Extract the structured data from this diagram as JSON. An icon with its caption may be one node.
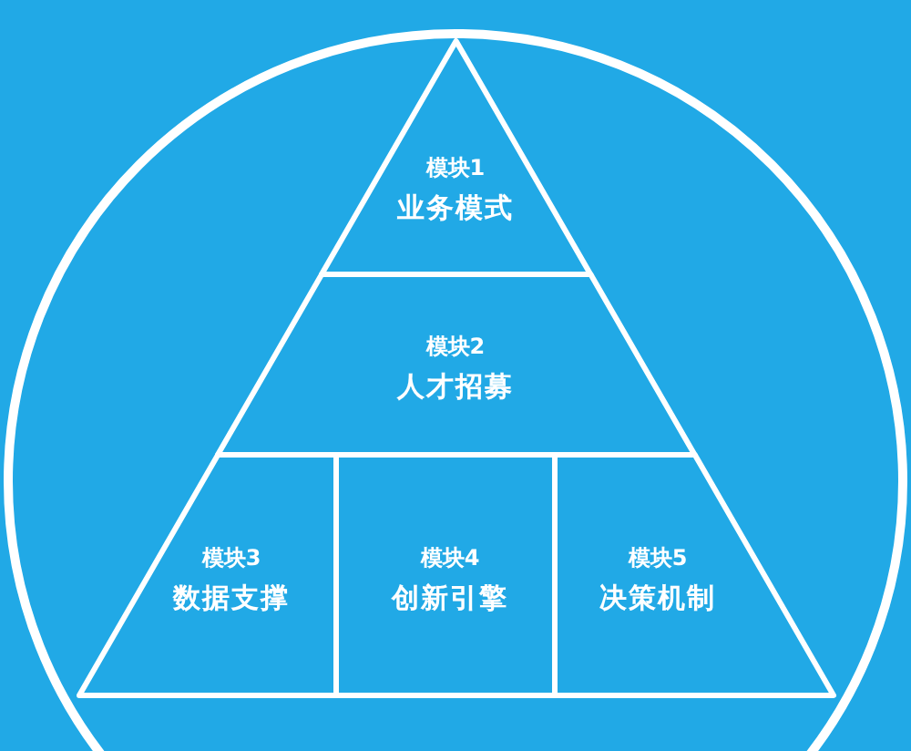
{
  "diagram": {
    "nodes": [
      {
        "text": [],
        "shape": "circle"
      },
      {
        "text": [
          "模块1",
          "业务模式"
        ],
        "in": 0
      },
      {
        "text": [
          "模块2",
          "人才招募"
        ],
        "in": 0
      },
      {
        "text": [
          "模块3",
          "数据支撑"
        ],
        "in": 0
      },
      {
        "text": [
          "模块4",
          "创新引擎"
        ],
        "in": 0
      },
      {
        "text": [
          "模块5",
          "决策机制"
        ],
        "in": 0
      }
    ]
  }
}
